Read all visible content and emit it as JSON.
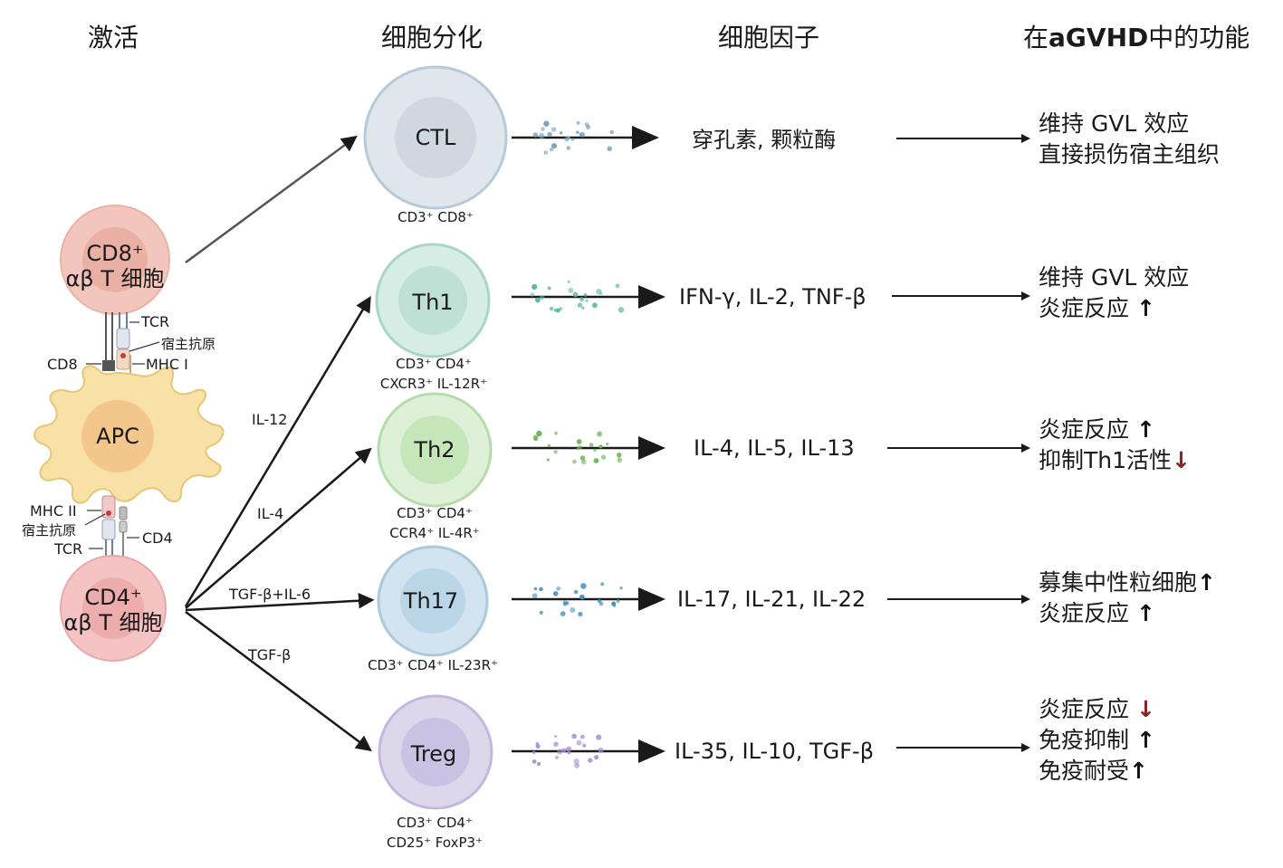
{
  "headers": {
    "activation": "激活",
    "differentiation": "细胞分化",
    "cytokines": "细胞因子",
    "function_pre": "在",
    "function_bold": "aGVHD",
    "function_post": "中的功能"
  },
  "left": {
    "cd8_cell": {
      "line1": "CD8⁺",
      "line2": "αβ T 细胞"
    },
    "cd4_cell": {
      "line1": "CD4⁺",
      "line2": "αβ T 细胞"
    },
    "apc": "APC",
    "labels": {
      "tcr_top": "TCR",
      "host_antigen_top": "宿主抗原",
      "cd8": "CD8",
      "mhc1": "MHC I",
      "mhc2": "MHC II",
      "host_antigen_bottom": "宿主抗原",
      "tcr_bottom": "TCR",
      "cd4": "CD4"
    }
  },
  "signals": {
    "il12": "IL-12",
    "il4": "IL-4",
    "tgfb_il6": "TGF-β+IL-6",
    "tgfb": "TGF-β"
  },
  "rows": [
    {
      "name": "CTL",
      "markers": [
        "CD3⁺ CD8⁺"
      ],
      "cytokines": "穿孔素, 颗粒酶",
      "functions": [
        {
          "text": "维持 GVL 效应",
          "arrow": ""
        },
        {
          "text": "直接损伤宿主组织",
          "arrow": ""
        }
      ]
    },
    {
      "name": "Th1",
      "markers": [
        "CD3⁺ CD4⁺",
        "CXCR3⁺ IL-12R⁺"
      ],
      "cytokines": "IFN-γ, IL-2, TNF-β",
      "functions": [
        {
          "text": "维持 GVL 效应",
          "arrow": ""
        },
        {
          "text": "炎症反应",
          "arrow": "↑"
        }
      ]
    },
    {
      "name": "Th2",
      "markers": [
        "CD3⁺ CD4⁺",
        "CCR4⁺ IL-4R⁺"
      ],
      "cytokines": "IL-4, IL-5, IL-13",
      "functions": [
        {
          "text": "炎症反应",
          "arrow": "↑"
        },
        {
          "text": "抑制Th1活性",
          "arrow": "↓"
        }
      ]
    },
    {
      "name": "Th17",
      "markers": [
        "CD3⁺ CD4⁺ IL-23R⁺"
      ],
      "cytokines": "IL-17, IL-21, IL-22",
      "functions": [
        {
          "text": "募集中性粒细胞",
          "arrow": "↑"
        },
        {
          "text": "炎症反应",
          "arrow": "↑"
        }
      ]
    },
    {
      "name": "Treg",
      "markers": [
        "CD3⁺ CD4⁺",
        "CD25⁺ FoxP3⁺"
      ],
      "cytokines": "IL-35, IL-10, TGF-β",
      "functions": [
        {
          "text": "炎症反应",
          "arrow": "↓"
        },
        {
          "text": "免疫抑制",
          "arrow": "↑"
        },
        {
          "text": "免疫耐受",
          "arrow": "↑"
        }
      ]
    }
  ],
  "colors": {
    "arrow": "#1a1a1a",
    "down_arrow": "#8b2020",
    "ctl": "#dde4ea",
    "th1": "#d5ece4",
    "th2": "#dcefd6",
    "th17": "#cfe2ee",
    "treg": "#dcd6ea",
    "tcell": "#f3c6bd",
    "apc": "#f8e1a6"
  }
}
